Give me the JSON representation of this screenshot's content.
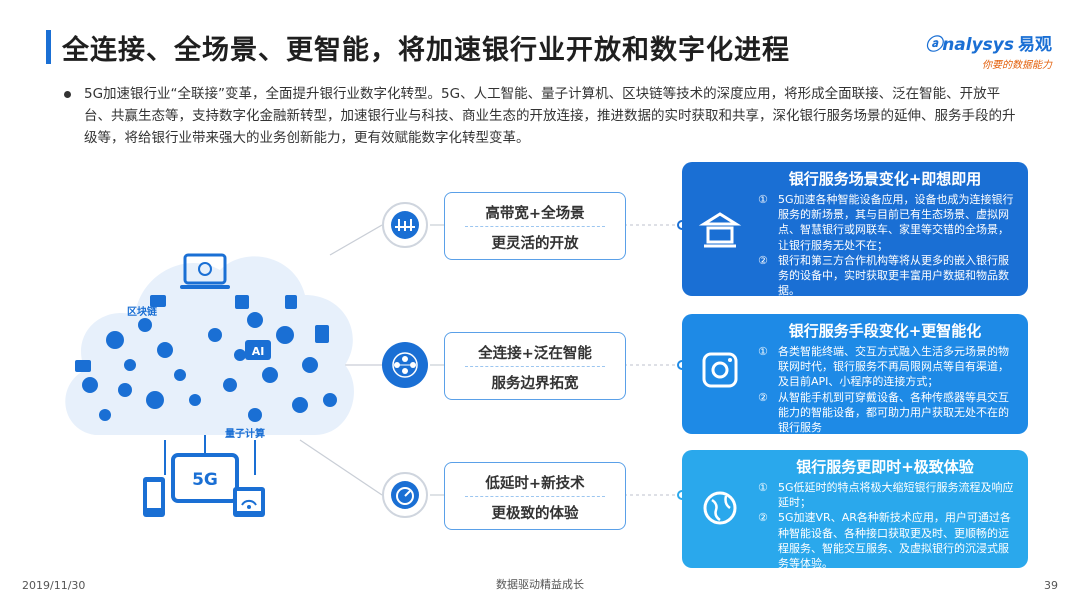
{
  "header": {
    "title": "全连接、全场景、更智能，将加速银行业开放和数字化进程",
    "logo_text": "nalysys",
    "logo_cn": "易观",
    "logo_slogan": "你要的数据能力"
  },
  "intro": {
    "text": "5G加速银行业“全联接”变革，全面提升银行业数字化转型。5G、人工智能、量子计算机、区块链等技术的深度应用，将形成全面联接、泛在智能、开放平台、共赢生态等，支持数字化金融新转型，加速银行业与科技、商业生态的开放连接，推进数据的实时获取和共享，深化银行服务场景的延伸、服务手段的升级等，将给银行业带来强大的业务创新能力，更有效赋能数字化转型变革。"
  },
  "cloud": {
    "label_blockchain": "区块链",
    "label_ai": "AI",
    "label_quantum": "量子计算",
    "label_5g": "5G"
  },
  "mid_boxes": [
    {
      "line1": "高带宽+全场景",
      "line2": "更灵活的开放"
    },
    {
      "line1": "全连接+泛在智能",
      "line2": "服务边界拓宽"
    },
    {
      "line1": "低延时+新技术",
      "line2": "更极致的体验"
    }
  ],
  "cards": [
    {
      "title": "银行服务场景变化+即想即用",
      "items": [
        {
          "num": "①",
          "text": "5G加速各种智能设备应用，设备也成为连接银行服务的新场景，其与目前已有生态场景、虚拟网点、智慧银行或网联车、家里等交错的全场景，让银行服务无处不在；"
        },
        {
          "num": "②",
          "text": "银行和第三方合作机构等将从更多的嵌入银行服务的设备中，实时获取更丰富用户数据和物品数据。"
        }
      ]
    },
    {
      "title": "银行服务手段变化+更智能化",
      "items": [
        {
          "num": "①",
          "text": "各类智能终端、交互方式融入生活多元场景的物联网时代，银行服务不再局限网点等自有渠道，及目前API、小程序的连接方式；"
        },
        {
          "num": "②",
          "text": "从智能手机到可穿戴设备、各种传感器等具交互能力的智能设备，都可助力用户获取无处不在的银行服务"
        }
      ]
    },
    {
      "title": "银行服务更即时+极致体验",
      "items": [
        {
          "num": "①",
          "text": "5G低延时的特点将极大缩短银行服务流程及响应延时；"
        },
        {
          "num": "②",
          "text": "5G加速VR、AR各种新技术应用，用户可通过各种智能设备、各种接口获取更及时、更顺畅的远程服务、智能交互服务、及虚拟银行的沉浸式服务等体验。"
        }
      ]
    }
  ],
  "footer": {
    "date": "2019/11/30",
    "slogan": "数据驱动精益成长",
    "page": "39"
  },
  "colors": {
    "accent": "#1a6fd4",
    "card1": "#1a6fd4",
    "card2": "#1e8ae6",
    "card3": "#2aa8ec",
    "logo_orange": "#e35f0a"
  }
}
